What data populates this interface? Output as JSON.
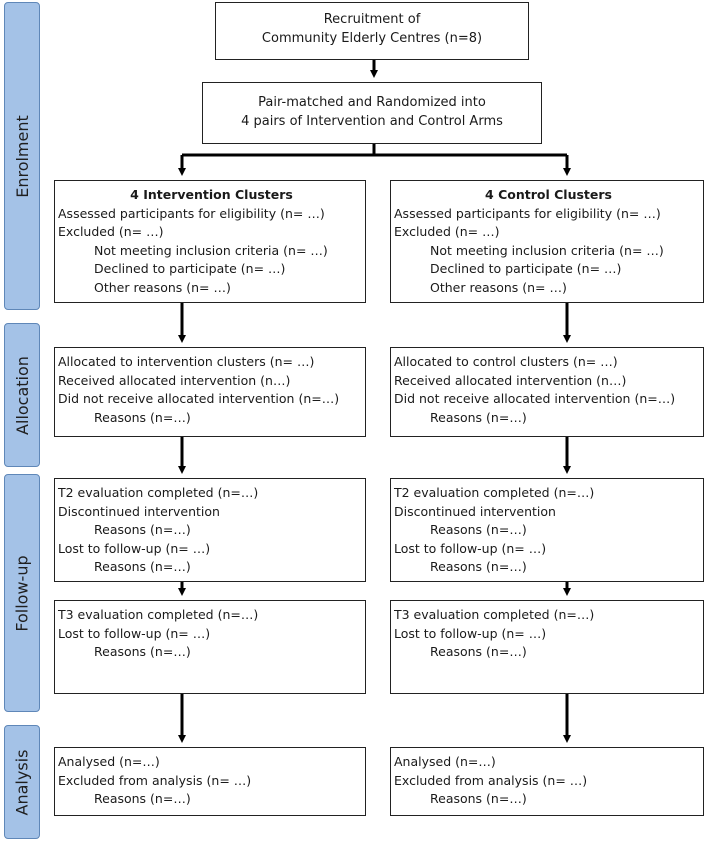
{
  "phases": {
    "enrolment": "Enrolment",
    "allocation": "Allocation",
    "follow_up": "Follow-up",
    "analysis": "Analysis"
  },
  "top": {
    "recruitment": [
      "Recruitment of",
      "Community Elderly Centres (n=8)"
    ],
    "randomization": [
      "Pair-matched and Randomized into",
      "4 pairs of Intervention and Control Arms"
    ]
  },
  "intervention": {
    "enrolment": {
      "title": "4 Intervention Clusters",
      "lines": [
        {
          "text": "Assessed participants for eligibility (n= …)",
          "indent": false
        },
        {
          "text": "Excluded (n= …)",
          "indent": false
        },
        {
          "text": "Not meeting inclusion criteria (n= …)",
          "indent": true
        },
        {
          "text": "Declined to participate (n= …)",
          "indent": true
        },
        {
          "text": "Other reasons (n= …)",
          "indent": true
        }
      ]
    },
    "allocation": [
      {
        "text": "Allocated to intervention clusters (n= …)",
        "indent": false
      },
      {
        "text": "Received allocated intervention (n…)",
        "indent": false
      },
      {
        "text": "Did not receive allocated intervention (n=…)",
        "indent": false
      },
      {
        "text": "Reasons (n=…)",
        "indent": true
      }
    ],
    "followup_t2": [
      {
        "text": "T2 evaluation completed (n=…)",
        "indent": false
      },
      {
        "text": "Discontinued intervention",
        "indent": false
      },
      {
        "text": "Reasons (n=…)",
        "indent": true
      },
      {
        "text": "Lost to follow-up (n= …)",
        "indent": false
      },
      {
        "text": "Reasons (n=…)",
        "indent": true
      }
    ],
    "followup_t3": [
      {
        "text": "T3 evaluation completed (n=…)",
        "indent": false
      },
      {
        "text": "Lost to follow-up (n= …)",
        "indent": false
      },
      {
        "text": "Reasons (n=…)",
        "indent": true
      }
    ],
    "analysis": [
      {
        "text": "Analysed (n=…)",
        "indent": false
      },
      {
        "text": "Excluded from analysis (n= …)",
        "indent": false
      },
      {
        "text": "Reasons (n=…)",
        "indent": true
      }
    ]
  },
  "control": {
    "enrolment": {
      "title": "4 Control Clusters",
      "lines": [
        {
          "text": "Assessed participants for eligibility (n= …)",
          "indent": false
        },
        {
          "text": "Excluded (n= …)",
          "indent": false
        },
        {
          "text": "Not meeting inclusion criteria (n= …)",
          "indent": true
        },
        {
          "text": "Declined to participate (n= …)",
          "indent": true
        },
        {
          "text": "Other reasons (n= …)",
          "indent": true
        }
      ]
    },
    "allocation": [
      {
        "text": "Allocated to control clusters (n= …)",
        "indent": false
      },
      {
        "text": "Received allocated intervention (n…)",
        "indent": false
      },
      {
        "text": "Did not receive allocated intervention (n=…)",
        "indent": false
      },
      {
        "text": "Reasons (n=…)",
        "indent": true
      }
    ],
    "followup_t2": [
      {
        "text": "T2 evaluation completed (n=…)",
        "indent": false
      },
      {
        "text": "Discontinued intervention",
        "indent": false
      },
      {
        "text": "Reasons (n=…)",
        "indent": true
      },
      {
        "text": "Lost to follow-up (n= …)",
        "indent": false
      },
      {
        "text": "Reasons (n=…)",
        "indent": true
      }
    ],
    "followup_t3": [
      {
        "text": "T3 evaluation completed (n=…)",
        "indent": false
      },
      {
        "text": "Lost to follow-up (n= …)",
        "indent": false
      },
      {
        "text": "Reasons (n=…)",
        "indent": true
      }
    ],
    "analysis": [
      {
        "text": "Analysed (n=…)",
        "indent": false
      },
      {
        "text": "Excluded from analysis (n= …)",
        "indent": false
      },
      {
        "text": "Reasons (n=…)",
        "indent": true
      }
    ]
  },
  "colors": {
    "phase_fill": "#a4c2e7",
    "phase_border": "#5f87b8",
    "line": "#000000"
  }
}
